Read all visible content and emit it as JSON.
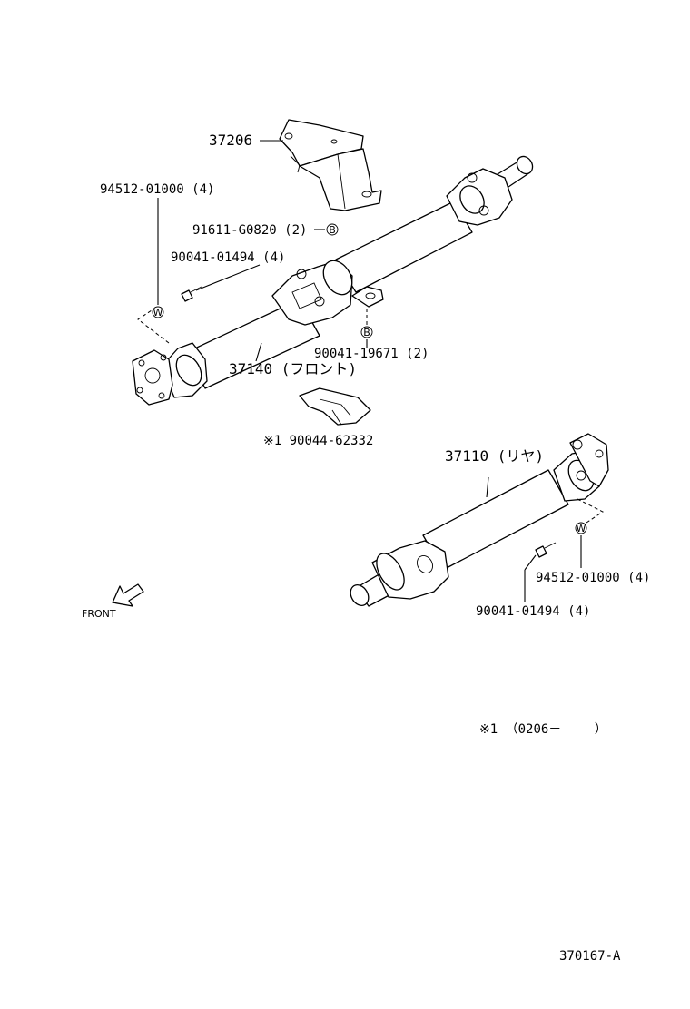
{
  "labels": {
    "bracket_part": "37206",
    "center_washer_left": "94512-01000 (4)",
    "bracket_nut": "91611-G0820 (2)",
    "flange_bolt_front": "90041-01494 (4)",
    "bearing_bolt": "90041-19671 (2)",
    "front_shaft": "37140 (フロント)",
    "plate_part": "※1 90044-62332",
    "rear_shaft": "37110 (リヤ)",
    "washer_rear": "94512-01000 (4)",
    "bolt_rear": "90041-01494 (4)",
    "front_arrow": "FRONT",
    "footnote": "※1 （0206－　　 ）",
    "diagram_code": "370167-A"
  },
  "markers": {
    "washer_symbol": "W",
    "nut_symbol": "B"
  },
  "icons": {
    "front_direction": "arrow-left-down-icon"
  }
}
